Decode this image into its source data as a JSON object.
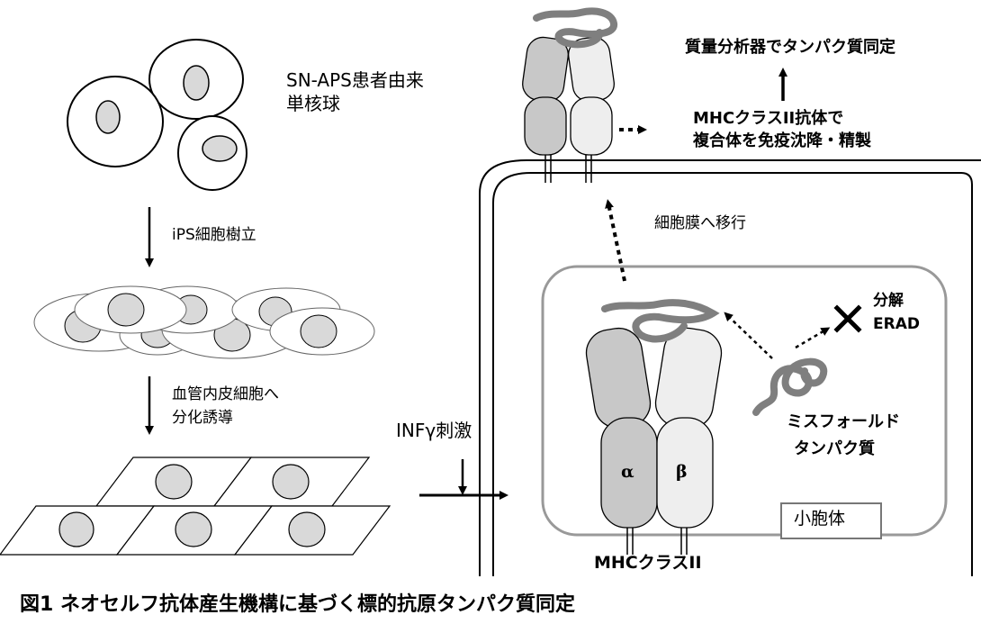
{
  "labels": {
    "donor_cells": [
      "SN-APS患者由来",
      "単核球"
    ],
    "step_ips": "iPS細胞樹立",
    "step_differentiation": [
      "血管内皮細胞へ",
      "分化誘導"
    ],
    "stimulus": "INFγ刺激",
    "mass_spec": "質量分析器でタンパク質同定",
    "immunoprecipitation": [
      "MHCクラスII抗体で",
      "複合体を免疫沈降・精製"
    ],
    "membrane_transport": "細胞膜へ移行",
    "degradation": [
      "分解",
      "ERAD"
    ],
    "misfolded": [
      "ミスフォールド",
      "タンパク質"
    ],
    "alpha": "α",
    "beta": "β",
    "vesicle": "小胞体",
    "mhc_label": "MHCクラスII",
    "figure_caption": "図1 ネオセルフ抗体産生機構に基づく標的抗原タンパク質同定"
  },
  "colors": {
    "cell_fill": "#ffffff",
    "nucleus_fill": "#d9d9d9",
    "protein_alpha": "#c8c8c8",
    "protein_beta": "#eeeeee",
    "misfolded_protein": "#7f7f7f",
    "vesicle_border": "#999999"
  }
}
